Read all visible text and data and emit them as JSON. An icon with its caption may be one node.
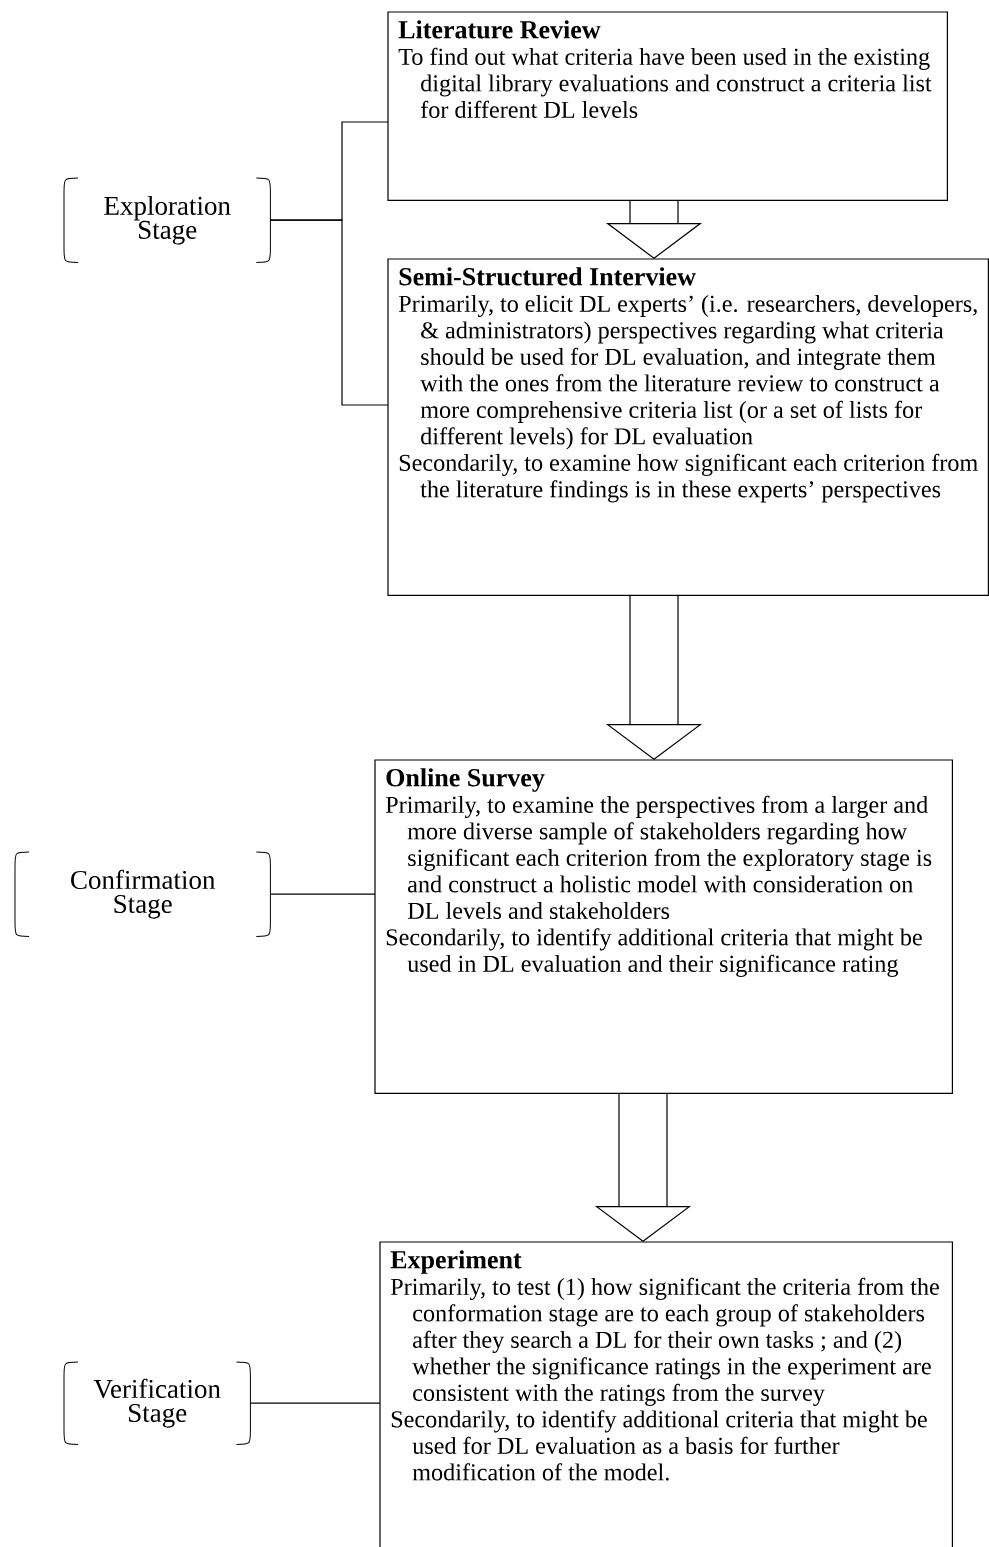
{
  "diagram": {
    "nodes": [
      {
        "text": [
          "Exploration Stage"
        ]
      },
      {
        "text": [
          "Literature Review",
          "To find out what criteria have been used in the existing digital library evaluations and construct a criteria list for different DL levels"
        ]
      },
      {
        "text": [
          "Semi-Structured Interview",
          "Primarily, to elicit DL experts’ (i.e. researchers, developers, & administrators) perspectives regarding what criteria should be used for DL evaluation, and integrate them with the ones from the literature review to construct a more comprehensive criteria list (or a set of lists for different levels) for DL evaluation",
          "Secondarily, to examine how significant each criterion from the literature findings is in these experts’ perspectives"
        ]
      },
      {
        "text": [
          "Confirmation Stage"
        ]
      },
      {
        "text": [
          "Online Survey",
          "Primarily, to examine the perspectives from a larger and more diverse sample of stakeholders regarding how significant each criterion from the exploratory stage is and construct a holistic model with consideration on DL levels and stakeholders",
          "Secondarily, to identify additional criteria that might be used in DL evaluation and their significance rating"
        ]
      },
      {
        "text": [
          "Verification Stage"
        ]
      },
      {
        "text": [
          "Experiment",
          "Primarily, to test (1) how significant the criteria from the conformation stage are to each group of stakeholders after they search a DL for their own tasks ; and (2) whether the significance ratings in the experiment are consistent with the ratings from the survey",
          "Secondarily, to identify additional criteria that might be used for DL evaluation as a basis for further modification of the model."
        ]
      }
    ],
    "edges": [
      {
        "from": 1,
        "to": 2,
        "arrow": "to"
      },
      {
        "from": 2,
        "to": 4,
        "arrow": "to"
      },
      {
        "from": 4,
        "to": 6,
        "arrow": "to"
      },
      {
        "from": 0,
        "to": 1,
        "arrow": "none"
      },
      {
        "from": 0,
        "to": 2,
        "arrow": "none"
      },
      {
        "from": 3,
        "to": 4,
        "arrow": "none"
      },
      {
        "from": 5,
        "to": 6,
        "arrow": "none"
      }
    ]
  }
}
